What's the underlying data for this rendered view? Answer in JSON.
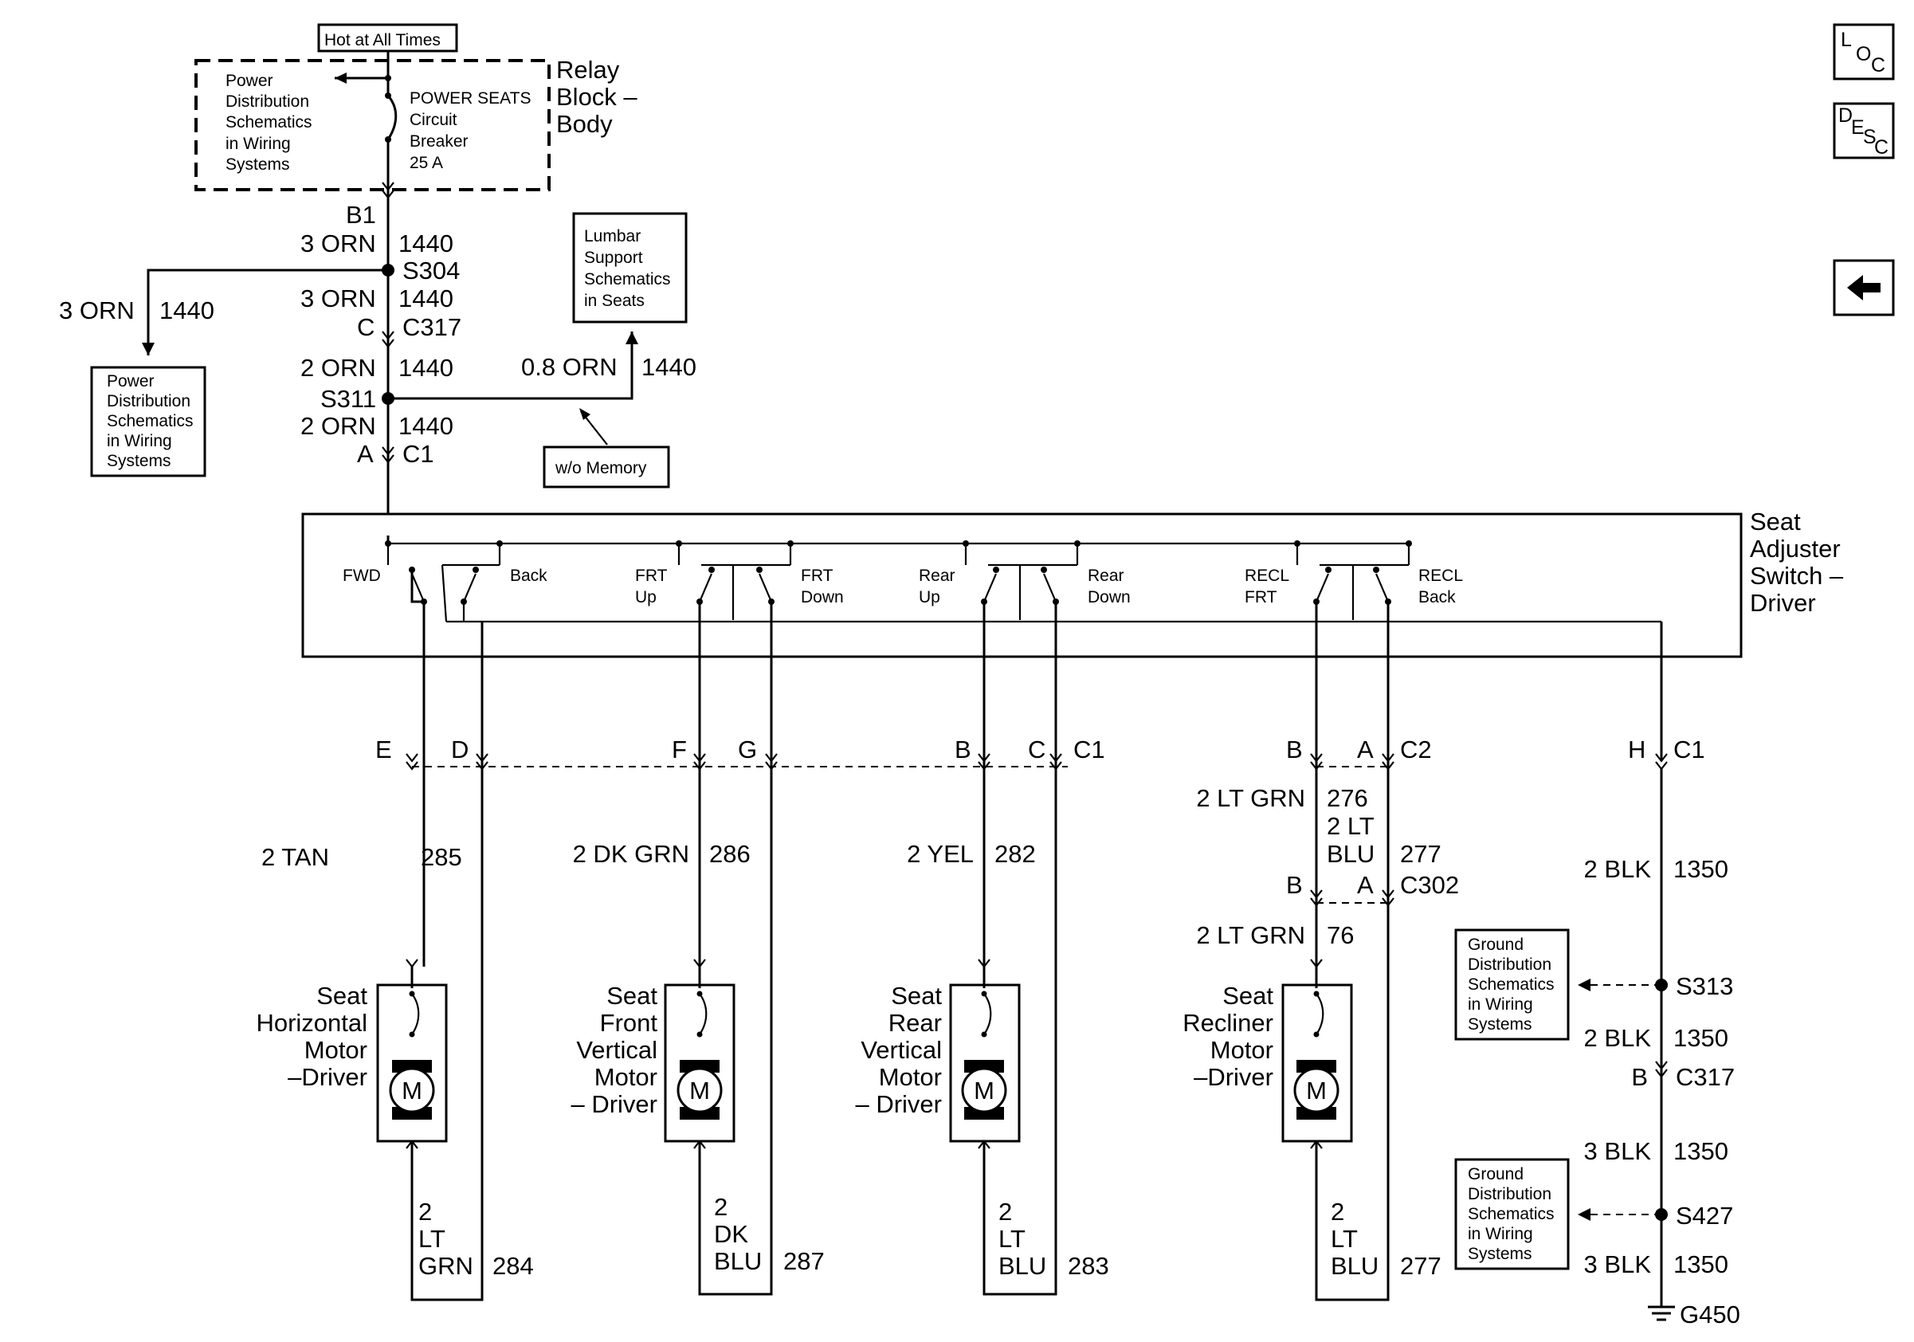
{
  "nav": {
    "loc": {
      "l": "L",
      "o": "O",
      "c": "C"
    },
    "desc": {
      "d": "D",
      "e": "E",
      "s": "S",
      "c": "C"
    },
    "back_glyph": "◀"
  },
  "relay": {
    "hot": "Hot at All Times",
    "pd_lines": [
      "Power",
      "Distribution",
      "Schematics",
      "in Wiring",
      "Systems"
    ],
    "cb_lines": [
      "POWER SEATS",
      "Circuit",
      "Breaker",
      "25 A"
    ],
    "block_lines": [
      "Relay",
      "Block –",
      "Body"
    ]
  },
  "feed": {
    "b1": "B1",
    "w1_color": "3 ORN",
    "w1_num": "1440",
    "s304": "S304",
    "w2_color": "3 ORN",
    "w2_num": "1440",
    "c_pin": "C",
    "c317": "C317",
    "left_color": "3 ORN",
    "left_num": "1440",
    "left_box_lines": [
      "Power",
      "Distribution",
      "Schematics",
      "in Wiring",
      "Systems"
    ],
    "w3_color": "2 ORN",
    "w3_num": "1440",
    "s311": "S311",
    "w4_color": "2 ORN",
    "w4_num": "1440",
    "a_pin": "A",
    "c1": "C1",
    "lumbar_color": "0.8 ORN",
    "lumbar_num": "1440",
    "lumbar_box_lines": [
      "Lumbar",
      "Support",
      "Schematics",
      "in Seats"
    ],
    "wo_memory": "w/o Memory"
  },
  "switch": {
    "title_lines": [
      "Seat",
      "Adjuster",
      "Switch –",
      "Driver"
    ],
    "labels": {
      "fwd": "FWD",
      "back": "Back",
      "frt_up": [
        "FRT",
        "Up"
      ],
      "frt_down": [
        "FRT",
        "Down"
      ],
      "rear_up": [
        "Rear",
        "Up"
      ],
      "rear_down": [
        "Rear",
        "Down"
      ],
      "recl_frt": [
        "RECL",
        "FRT"
      ],
      "recl_back": [
        "RECL",
        "Back"
      ]
    }
  },
  "connectors": {
    "c1_pins": [
      "E",
      "D",
      "F",
      "G",
      "B",
      "C"
    ],
    "c1_name": "C1",
    "c2_pins": [
      "B",
      "A"
    ],
    "c2_name": "C2",
    "h_pin": "H",
    "h_conn": "C1",
    "c302_pins": [
      "B",
      "A"
    ],
    "c302_name": "C302"
  },
  "motors": [
    {
      "name": [
        "Seat",
        "Horizontal",
        "Motor",
        "–Driver"
      ],
      "in_color": "2 TAN",
      "in_num": "285",
      "out_color": [
        "2",
        "LT",
        "GRN"
      ],
      "out_num": "284",
      "glyph": "M"
    },
    {
      "name": [
        "Seat",
        "Front",
        "Vertical",
        "Motor",
        "– Driver"
      ],
      "in_color": "2 DK GRN",
      "in_num": "286",
      "out_color": [
        "2",
        "DK",
        "BLU"
      ],
      "out_num": "287",
      "glyph": "M"
    },
    {
      "name": [
        "Seat",
        "Rear",
        "Vertical",
        "Motor",
        "– Driver"
      ],
      "in_color": "2 YEL",
      "in_num": "282",
      "out_color": [
        "2",
        "LT",
        "BLU"
      ],
      "out_num": "283",
      "glyph": "M"
    },
    {
      "name": [
        "Seat",
        "Recliner",
        "Motor",
        "–Driver"
      ],
      "in_color": "2 LT GRN",
      "in_num": "276",
      "mid_color": [
        "2 LT",
        "BLU"
      ],
      "mid_num": "277",
      "low_color": "2 LT GRN",
      "low_num": "76",
      "out_color": [
        "2",
        "LT",
        "BLU"
      ],
      "out_num": "277",
      "glyph": "M"
    }
  ],
  "ground": {
    "w1_color": "2 BLK",
    "w1_num": "1350",
    "s313": "S313",
    "w2_color": "2 BLK",
    "w2_num": "1350",
    "b_pin": "B",
    "c317": "C317",
    "w3_color": "3 BLK",
    "w3_num": "1350",
    "s427": "S427",
    "w4_color": "3 BLK",
    "w4_num": "1350",
    "g450": "G450",
    "box1_lines": [
      "Ground",
      "Distribution",
      "Schematics",
      "in Wiring",
      "Systems"
    ],
    "box2_lines": [
      "Ground",
      "Distribution",
      "Schematics",
      "in Wiring",
      "Systems"
    ]
  }
}
